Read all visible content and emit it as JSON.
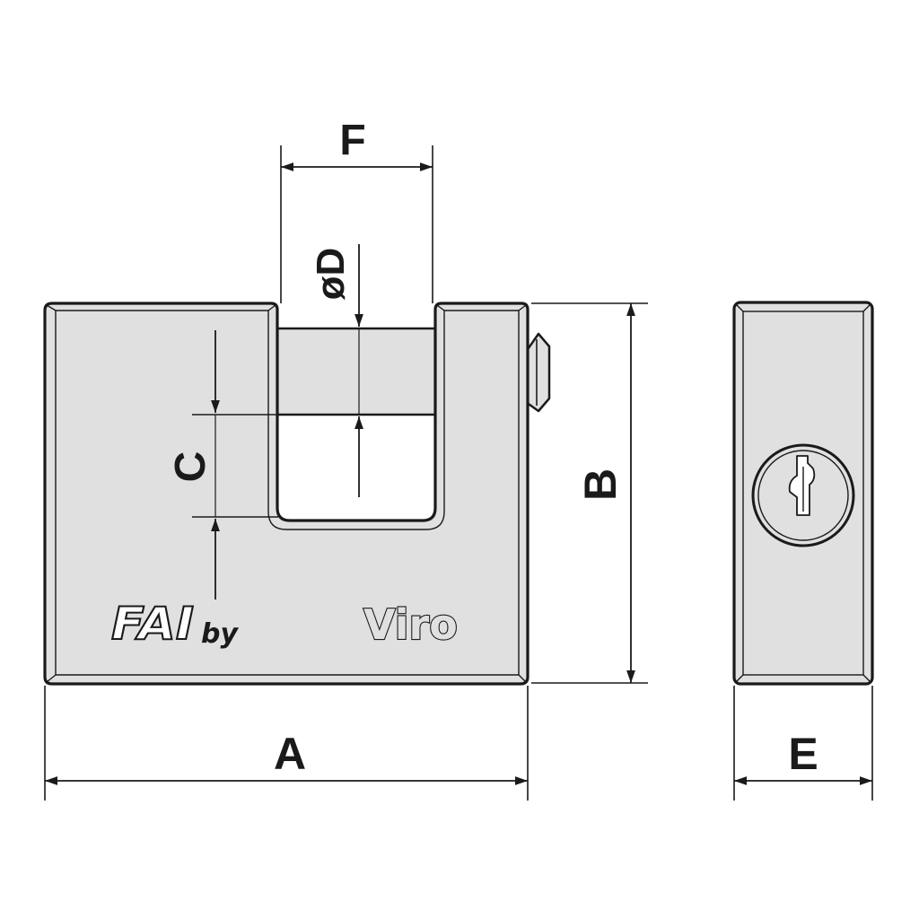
{
  "dimensions": {
    "a": "A",
    "b": "B",
    "c": "C",
    "d": "øD",
    "e": "E",
    "f": "F"
  },
  "branding": {
    "maker_logo": "FAI",
    "by": "by",
    "brand": "Viro"
  },
  "colors": {
    "body_fill": "#e0e0e0",
    "line": "#1a1a1a",
    "background": "#ffffff"
  },
  "icons": [
    "padlock-front-view",
    "padlock-side-view",
    "keyhole-icon"
  ]
}
